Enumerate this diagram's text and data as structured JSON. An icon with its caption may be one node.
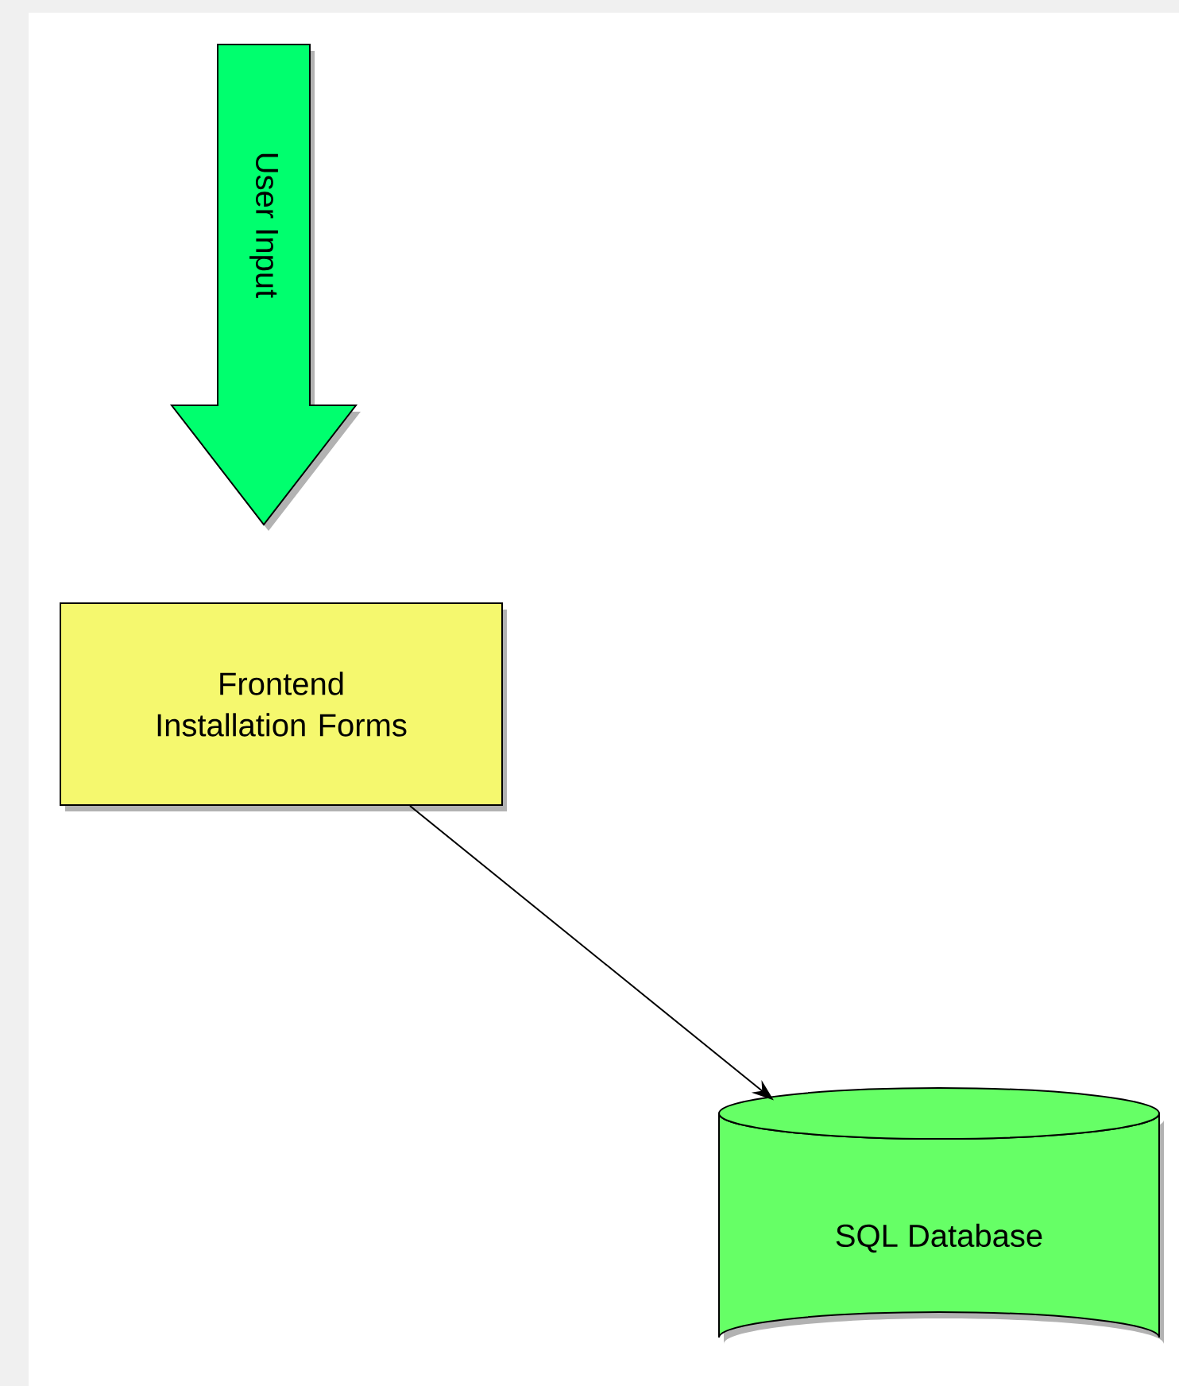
{
  "diagram": {
    "nodes": [
      {
        "text": [
          "User Input"
        ]
      },
      {
        "text": [
          "Frontend Installation Forms"
        ]
      },
      {
        "text": [
          "SQL Database"
        ]
      }
    ],
    "edges": [
      {
        "from": 1,
        "to": 2,
        "arrow": "to"
      }
    ]
  }
}
